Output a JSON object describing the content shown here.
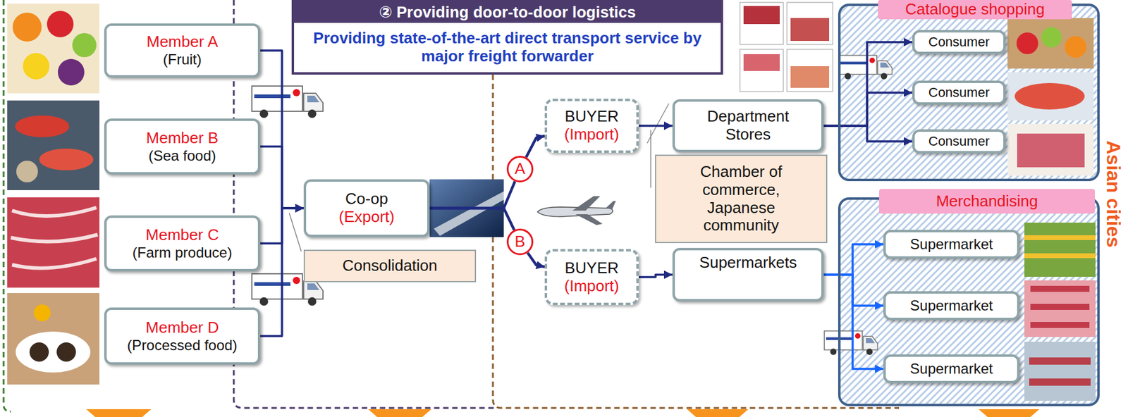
{
  "diagram": {
    "nodes": [
      {
        "text": [
          "② Providing door-to-door logistics",
          "Providing state-of-the-art direct transport service by major freight forwarder"
        ]
      },
      {
        "text": [
          "Member A",
          "(Fruit)"
        ]
      },
      {
        "text": [
          "Member B",
          "(Sea food)"
        ]
      },
      {
        "text": [
          "Member C",
          "(Farm produce)"
        ]
      },
      {
        "text": [
          "Member D",
          "(Processed food)"
        ]
      },
      {
        "text": [
          "Co-op",
          "(Export)"
        ]
      },
      {
        "text": [
          "Consolidation"
        ]
      },
      {
        "text": [
          "A"
        ]
      },
      {
        "text": [
          "B"
        ]
      },
      {
        "text": [
          "BUYER",
          "(Import)"
        ]
      },
      {
        "text": [
          "BUYER",
          "(Import)"
        ]
      },
      {
        "text": [
          "Department Stores"
        ]
      },
      {
        "text": [
          "Chamber of commerce, Japanese community"
        ]
      },
      {
        "text": [
          "Supermarkets"
        ]
      },
      {
        "text": [
          "Catalogue shopping"
        ]
      },
      {
        "text": [
          "Consumer"
        ],
        "in": 14
      },
      {
        "text": [
          "Consumer"
        ],
        "in": 14
      },
      {
        "text": [
          "Consumer"
        ],
        "in": 14
      },
      {
        "text": [
          "Merchandising"
        ]
      },
      {
        "text": [
          "Supermarket"
        ],
        "in": 18
      },
      {
        "text": [
          "Supermarket"
        ],
        "in": 18
      },
      {
        "text": [
          "Supermarket"
        ],
        "in": 18
      }
    ],
    "edges": [
      {
        "from": 1,
        "to": 5,
        "arrow": "to"
      },
      {
        "from": 2,
        "to": 5,
        "arrow": "to"
      },
      {
        "from": 3,
        "to": 5,
        "arrow": "to"
      },
      {
        "from": 4,
        "to": 5,
        "arrow": "to"
      },
      {
        "from": 5,
        "to": 7,
        "arrow": "none"
      },
      {
        "from": 5,
        "to": 8,
        "arrow": "none"
      },
      {
        "from": 7,
        "to": 9,
        "arrow": "to"
      },
      {
        "from": 8,
        "to": 10,
        "arrow": "to"
      },
      {
        "from": 9,
        "to": 11,
        "arrow": "to"
      },
      {
        "from": 10,
        "to": 13,
        "arrow": "to"
      },
      {
        "from": 11,
        "to": 15,
        "arrow": "to"
      },
      {
        "from": 11,
        "to": 16,
        "arrow": "to"
      },
      {
        "from": 11,
        "to": 17,
        "arrow": "to"
      },
      {
        "from": 13,
        "to": 19,
        "arrow": "to"
      },
      {
        "from": 13,
        "to": 20,
        "arrow": "to"
      },
      {
        "from": 13,
        "to": 21,
        "arrow": "to"
      }
    ],
    "labels": [
      "Asian cities"
    ]
  }
}
